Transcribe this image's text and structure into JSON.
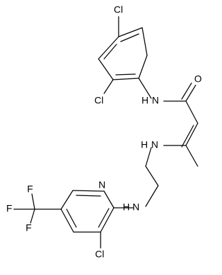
{
  "labels": {
    "cl_para": "Cl",
    "cl_ortho": "Cl",
    "amide_n": "N",
    "amide_h": "H",
    "carbonyl_o": "O",
    "enamine_h": "H",
    "enamine_n": "N",
    "pyridine_n": "N",
    "amine_h": "H",
    "amine_n": "N",
    "cl_pyridine": "Cl",
    "cf3_f1": "F",
    "cf3_f2": "F",
    "cf3_f3": "F"
  }
}
